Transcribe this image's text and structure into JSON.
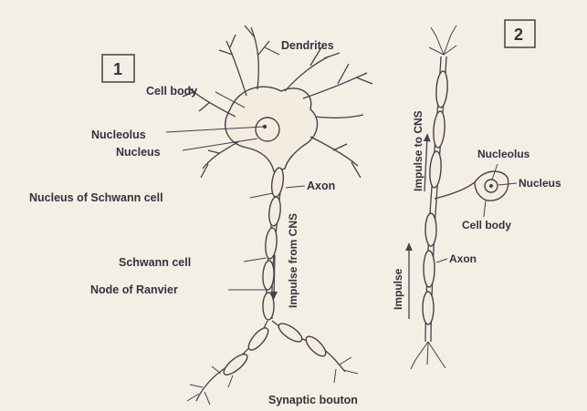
{
  "panels": [
    {
      "number": "1"
    },
    {
      "number": "2"
    }
  ],
  "neuron1": {
    "dendrites": "Dendrites",
    "cell_body": "Cell body",
    "nucleolus": "Nucleolus",
    "nucleus": "Nucleus",
    "axon": "Axon",
    "schwann_nucleus": "Nucleus of Schwann cell",
    "schwann_cell": "Schwann cell",
    "node_ranvier": "Node of Ranvier",
    "impulse": "Impulse from CNS",
    "synaptic_bouton": "Synaptic bouton"
  },
  "neuron2": {
    "impulse_cns": "Impulse to CNS",
    "nucleolus": "Nucleolus",
    "nucleus": "Nucleus",
    "cell_body": "Cell body",
    "axon": "Axon",
    "impulse": "Impulse"
  }
}
